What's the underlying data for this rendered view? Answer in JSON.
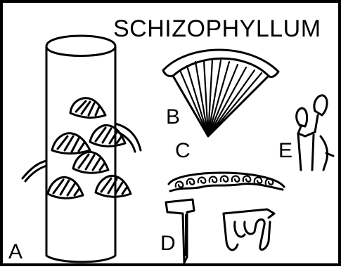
{
  "title": "SCHIZOPHYLLUM",
  "panels": [
    {
      "label": "A"
    },
    {
      "label": "B"
    },
    {
      "label": "C"
    },
    {
      "label": "D"
    },
    {
      "label": "E"
    }
  ]
}
